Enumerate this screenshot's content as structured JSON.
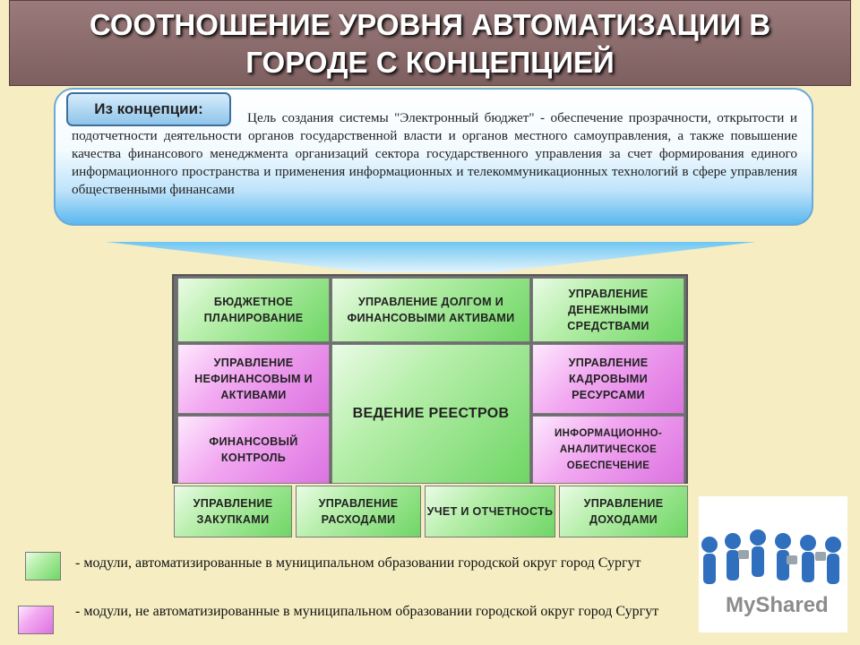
{
  "title": {
    "line1": "СООТНОШЕНИЕ УРОВНЯ АВТОМАТИЗАЦИИ В",
    "line2": "ГОРОДЕ С КОНЦЕПЦИЕЙ"
  },
  "concept": {
    "tag": "Из концепции:",
    "text": "Цель создания системы \"Электронный бюджет\" - обеспечение прозрачности, открытости и подотчетности деятельности органов государственной власти и органов местного самоуправления, а также повышение качества финансового менеджмента организаций сектора государственного управления за счет формирования единого информационного пространства и применения информационных и телекоммуникационных технологий в сфере управления общественными финансами"
  },
  "modules": {
    "budget_planning": "Бюджетное планирование",
    "debt_management": "Управление долгом и финансовыми активами",
    "cash_management": "Управление денежными средствами",
    "nonfinancial_assets": "Управление нефинансовым и активами",
    "registers": "Ведение реестров",
    "hr_resources": "Управление кадровыми ресурсами",
    "financial_control": "Финансовый контроль",
    "info_analytics": "Информационно-аналитическое обеспечение",
    "procurement": "Управление закупками",
    "expenses": "Управление расходами",
    "accounting": "Учет и отчетность",
    "revenues": "Управление доходами"
  },
  "legend": {
    "automated": "- модули, автоматизированные  в муниципальном образовании городской округ город Сургут",
    "not_automated": "- модули, не автоматизированные в муниципальном образовании городской округ город Сургут"
  },
  "watermark": "MyShared",
  "colors": {
    "automated": "#7ad96f",
    "not_automated": "#e27ce6",
    "title_bar": "#8a6b6c",
    "page_bg": "#f6eec2"
  }
}
